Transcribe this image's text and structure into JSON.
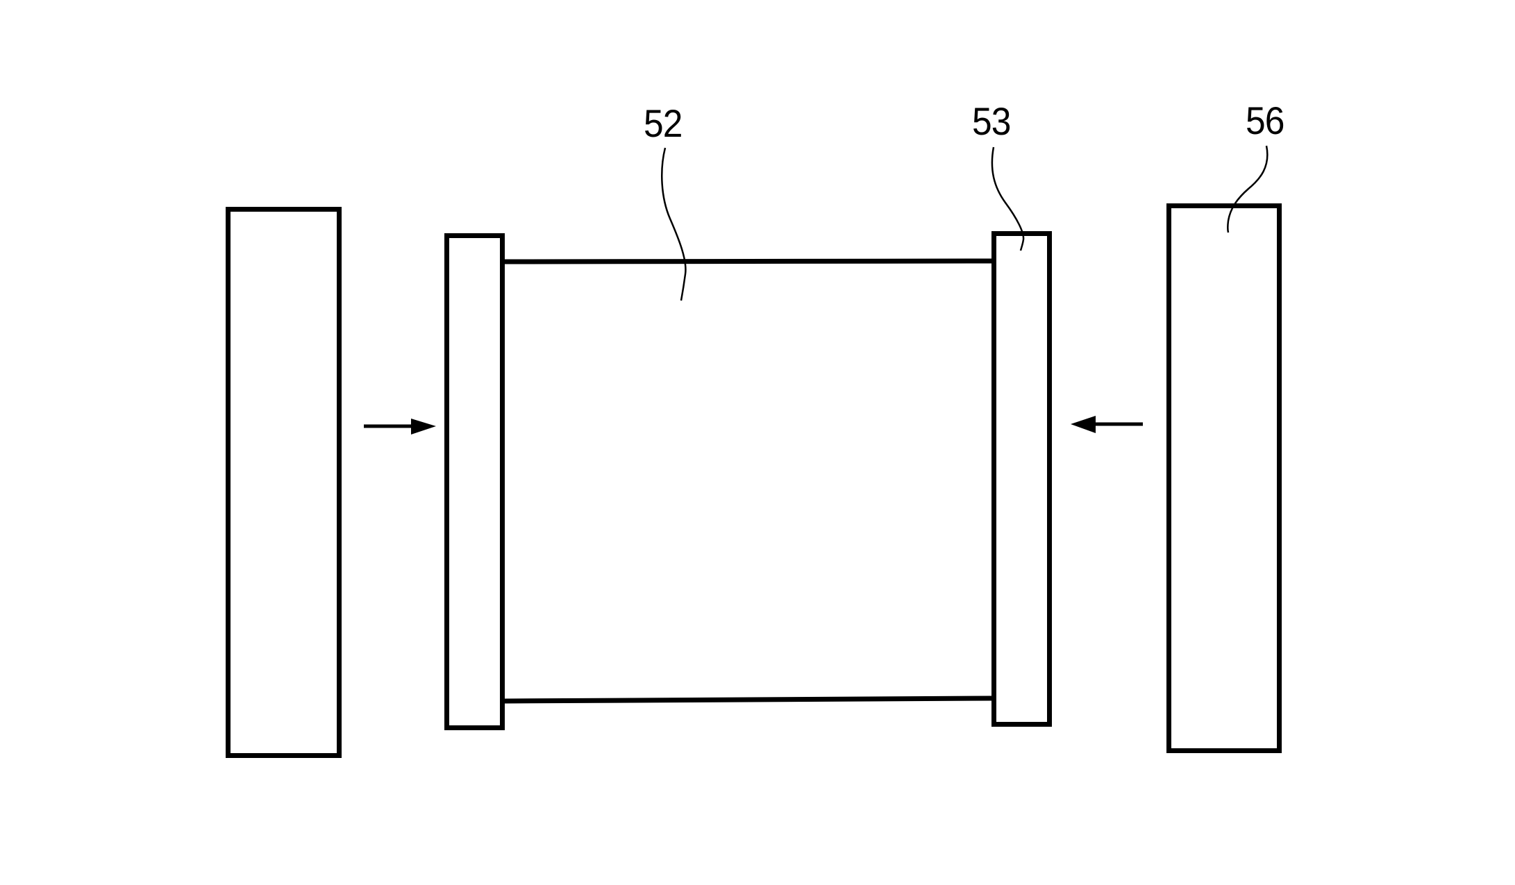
{
  "diagram": {
    "type": "schematic",
    "stroke_color": "#000000",
    "background": "#ffffff",
    "labels": [
      {
        "id": "52",
        "text": "52",
        "refers_to": "center-body"
      },
      {
        "id": "53",
        "text": "53",
        "refers_to": "right-plate"
      },
      {
        "id": "56",
        "text": "56",
        "refers_to": "right-frame"
      }
    ],
    "elements": [
      {
        "name": "left-frame",
        "shape": "rectangle"
      },
      {
        "name": "left-plate",
        "shape": "rectangle"
      },
      {
        "name": "center-body",
        "shape": "two horizontal lines between plates"
      },
      {
        "name": "right-plate",
        "shape": "rectangle",
        "label": "53"
      },
      {
        "name": "right-frame",
        "shape": "rectangle",
        "label": "56"
      }
    ],
    "arrows": [
      {
        "name": "left-arrow",
        "direction": "right",
        "meaning": "press toward left plate"
      },
      {
        "name": "right-arrow",
        "direction": "left",
        "meaning": "press toward right plate"
      }
    ]
  }
}
